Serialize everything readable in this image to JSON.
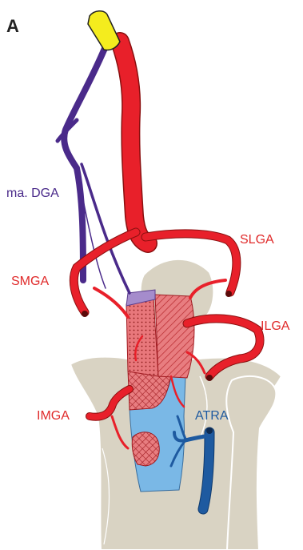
{
  "panel": {
    "letter": "A"
  },
  "labels": {
    "ma_dga": "ma. DGA",
    "slga": "SLGA",
    "smga": "SMGA",
    "ilga": "ILGA",
    "imga": "IMGA",
    "atra": "ATRA"
  },
  "colors": {
    "bone": "#d9d3c3",
    "bone_outline": "#ffffff",
    "artery": "#e8202a",
    "artery_dark": "#8a1010",
    "descending_genicular": "#4a2a8a",
    "graft_tip": "#f4ec1e",
    "tibial_recurrent": "#1e5aa0",
    "label_red": "#e02a2a",
    "label_purple": "#4a2a8a",
    "label_blue": "#1e5aa0",
    "zone_light_red": "#e87d80",
    "zone_blue": "#7ab8e6",
    "zone_purple": "#a58ccc"
  }
}
